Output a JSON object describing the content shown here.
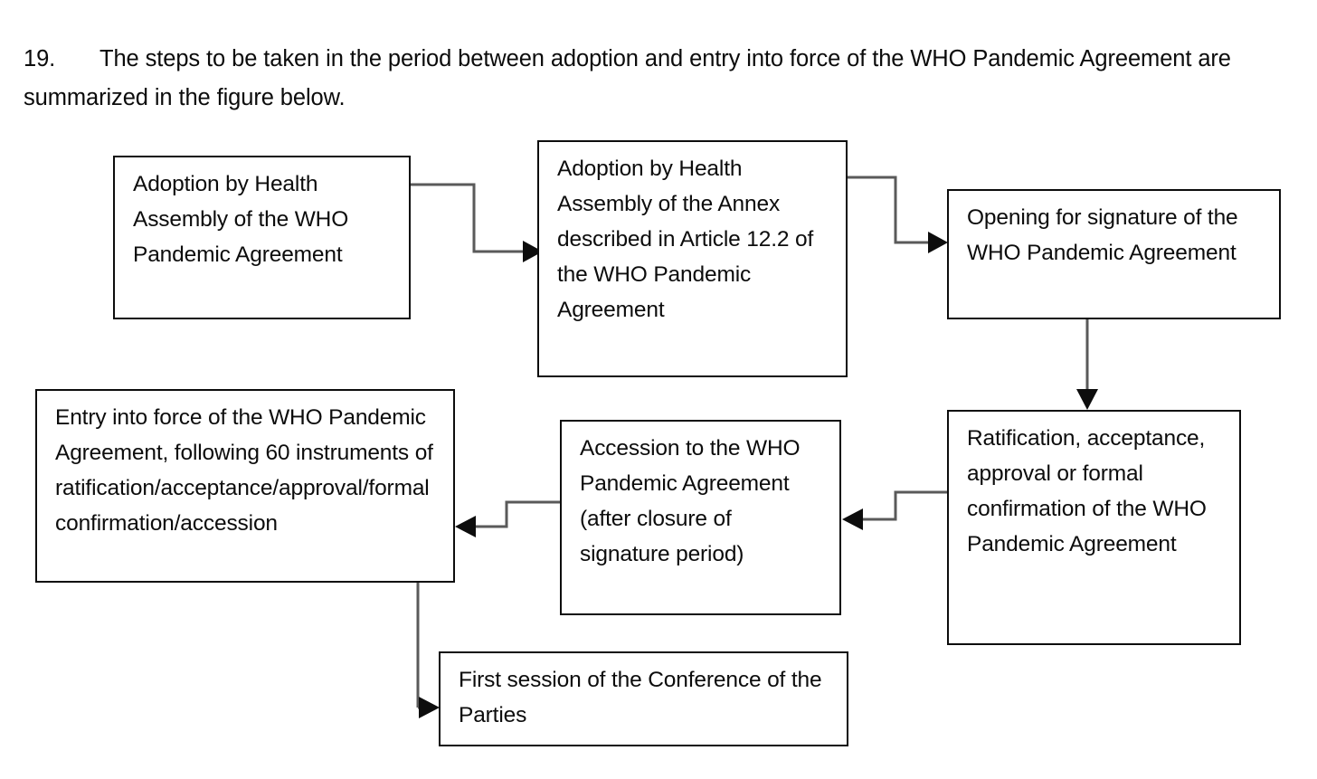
{
  "document": {
    "paragraph": {
      "number": "19.",
      "text": "The steps to be taken in the period between adoption and entry into force of the WHO Pandemic Agreement are summarized in the figure below."
    }
  },
  "colors": {
    "page_background": "#ffffff",
    "text": "#0c0c0c",
    "box_border": "#0d0d0d",
    "connector_line": "#5a5a5a",
    "arrow_head": "#0d0d0d"
  },
  "diagram": {
    "type": "flowchart",
    "orientation": "left-to-right, serpentine",
    "boxes": [
      {
        "id": "adoption-agreement",
        "label": "Adoption by Health Assembly of the WHO Pandemic Agreement",
        "order": 1
      },
      {
        "id": "adoption-annex",
        "label": "Adoption by Health Assembly of the Annex described in Article 12.2 of the WHO Pandemic Agreement",
        "order": 2
      },
      {
        "id": "opening-signature",
        "label": "Opening for signature of the WHO Pandemic Agreement",
        "order": 3
      },
      {
        "id": "ratification",
        "label": "Ratification, acceptance, approval or formal confirmation of the WHO Pandemic Agreement",
        "order": 4
      },
      {
        "id": "accession",
        "label": "Accession to the WHO Pandemic Agreement (after closure of signature period)",
        "order": 5
      },
      {
        "id": "entry-into-force",
        "label": "Entry into force of the WHO Pandemic Agreement, following 60 instruments of ratification/acceptance/approval/formal confirmation/accession",
        "order": 6
      },
      {
        "id": "first-cop",
        "label": "First session of the Conference of the Parties",
        "order": 7
      }
    ],
    "connectors": [
      {
        "from": "adoption-agreement",
        "to": "adoption-annex",
        "style": "elbow-right-down-right",
        "direction": "right"
      },
      {
        "from": "adoption-annex",
        "to": "opening-signature",
        "style": "elbow-right-down-right",
        "direction": "right"
      },
      {
        "from": "opening-signature",
        "to": "ratification",
        "style": "straight-down",
        "direction": "down"
      },
      {
        "from": "ratification",
        "to": "accession",
        "style": "elbow-left-down-left",
        "direction": "left"
      },
      {
        "from": "accession",
        "to": "entry-into-force",
        "style": "elbow-left-down-left",
        "direction": "left"
      },
      {
        "from": "entry-into-force",
        "to": "first-cop",
        "style": "elbow-down-right",
        "direction": "down-right"
      }
    ]
  }
}
